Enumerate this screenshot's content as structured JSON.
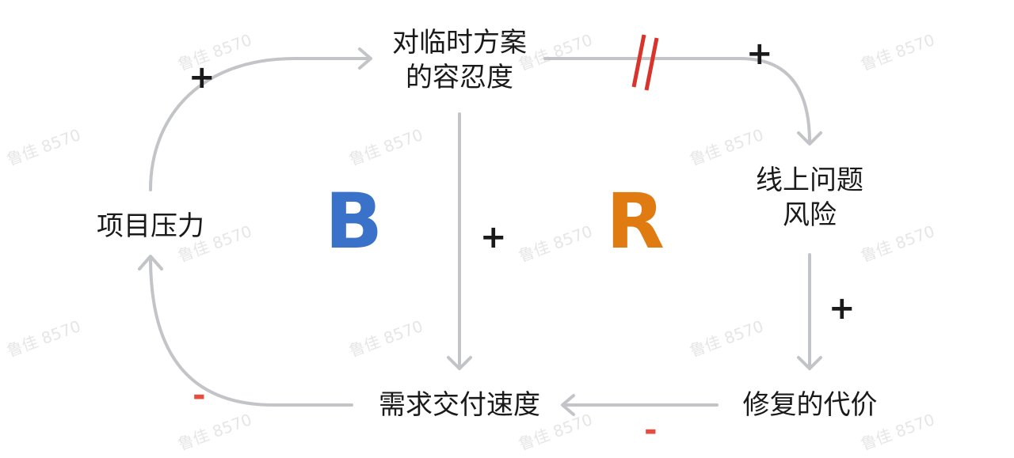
{
  "watermark": "鲁佳 8570",
  "nodes": {
    "tolerance_line1": "对临时方案",
    "tolerance_line2": "的容忍度",
    "pressure": "项目压力",
    "risk_line1": "线上问题",
    "risk_line2": "风险",
    "speed": "需求交付速度",
    "cost": "修复的代价"
  },
  "loops": {
    "balancing": "B",
    "reinforcing": "R"
  },
  "polarities": {
    "pressure_to_tolerance": "+",
    "tolerance_to_risk": "+",
    "tolerance_to_speed": "+",
    "risk_to_cost": "+",
    "speed_to_pressure": "-",
    "cost_to_speed": "-"
  },
  "colors": {
    "arrow": "#c3c4c7",
    "text": "#1a1a1a",
    "positive": "#1a1a1a",
    "negative": "#e74c3c",
    "delay_mark": "#d9342b",
    "loop_b": "#3a72c9",
    "loop_r": "#e07b12",
    "watermark": "#e6e6e6"
  }
}
